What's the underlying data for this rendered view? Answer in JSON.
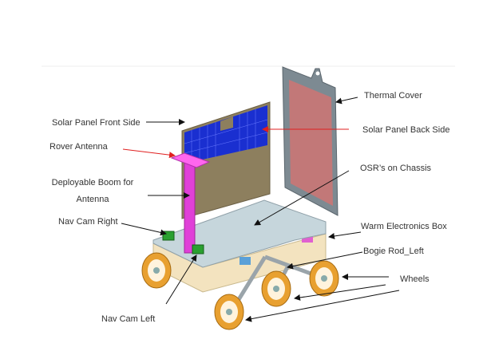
{
  "labels": {
    "thermal_cover": "Thermal Cover",
    "solar_front": "Solar Panel Front Side",
    "solar_back": "Solar Panel Back Side",
    "rover_antenna": "Rover Antenna",
    "boom_line1": "Deployable Boom for",
    "boom_line2": "Antenna",
    "osr": "OSR’s on Chassis",
    "nav_cam_right": "Nav Cam Right",
    "warm_box": "Warm Electronics Box",
    "bogie_rod": "Bogie Rod_Left",
    "wheels": "Wheels",
    "nav_cam_left": "Nav Cam Left"
  },
  "colors": {
    "solar_cells": "#1a2fd0",
    "panel_back": "#8d7f5e",
    "thermal_frame": "#7d8a92",
    "thermal_fill": "#c27878",
    "antenna": "#e040d8",
    "chassis": "#c6d6dc",
    "box": "#f3e3bf",
    "wheel": "#e8a030",
    "arrow_red": "#e02020",
    "arrow_black": "#111111"
  }
}
